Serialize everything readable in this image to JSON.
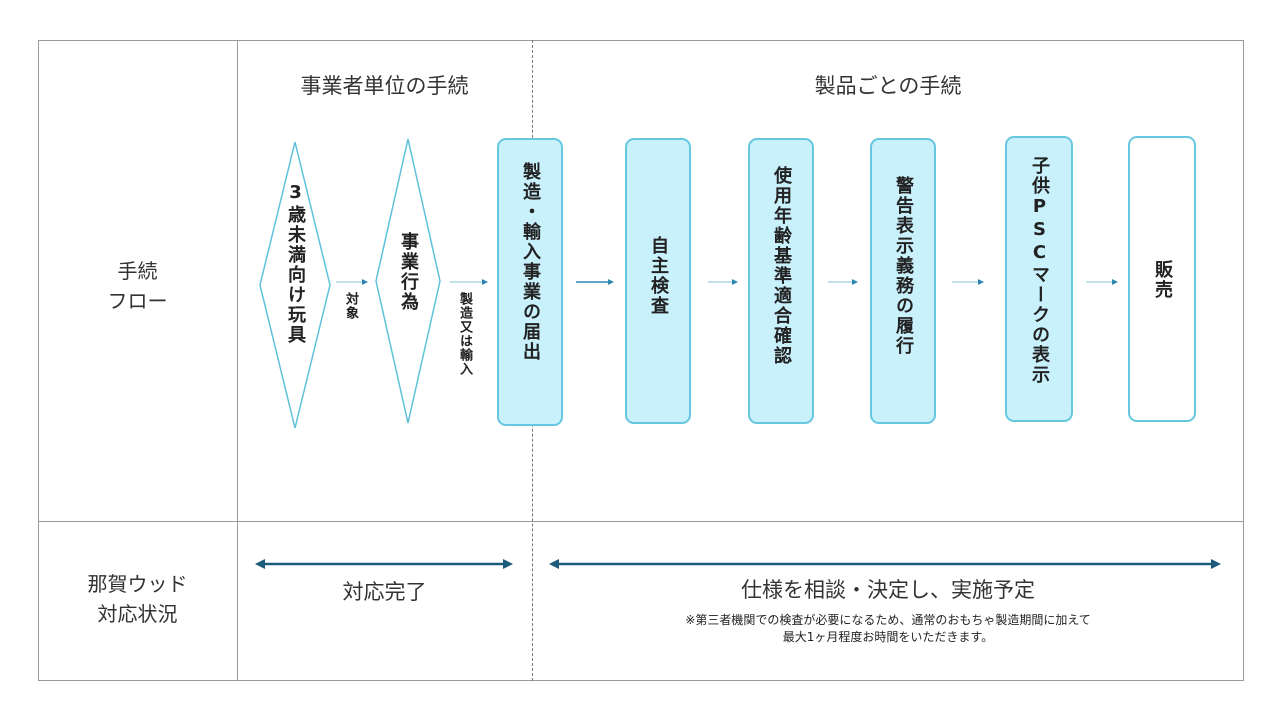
{
  "row_labels": {
    "flow": "手続\nフロー",
    "status": "那賀ウッド\n対応状況"
  },
  "headings": {
    "business_unit": "事業者単位の手続",
    "per_product": "製品ごとの手続"
  },
  "diamonds": [
    {
      "label": "3歳未満向け玩具"
    },
    {
      "label": "事業行為"
    }
  ],
  "arrow_labels": {
    "target": "対象",
    "manufacture_import": "製造又は輸入"
  },
  "steps": [
    {
      "label": "製造・輸入事業の届出"
    },
    {
      "label": "自主検査"
    },
    {
      "label": "使用年齢基準適合確認"
    },
    {
      "label": "警告表示義務の履行"
    },
    {
      "label": "子供PSCマークの表示"
    },
    {
      "label": "販売"
    }
  ],
  "status": {
    "done_label": "対応完了",
    "planned_label": "仕様を相談・決定し、実施予定",
    "note": "※第三者機関での検査が必要になるため、通常のおもちゃ製造期間に加えて\n最大1ヶ月程度お時間をいただきます。"
  },
  "colors": {
    "box_fill": "#c8f1fc",
    "box_border": "#66c7df",
    "flow_arrow": "#2e86b0",
    "span_arrow": "#1e5a7a"
  }
}
